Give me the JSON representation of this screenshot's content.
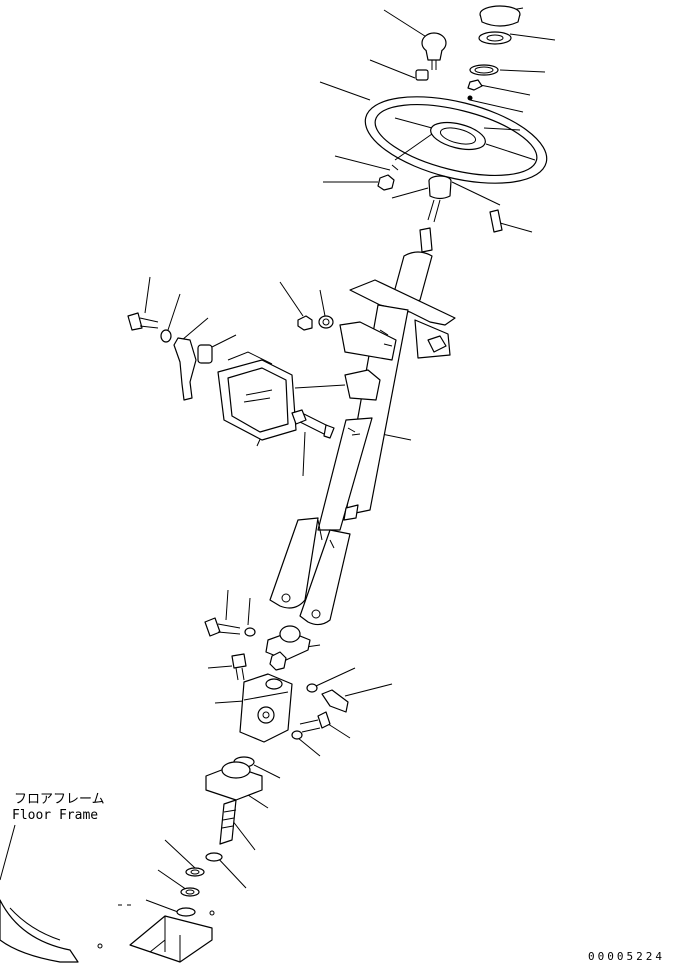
{
  "labels": {
    "floor_frame_jp": "フロアフレーム",
    "floor_frame_en": "Floor Frame"
  },
  "drawing_code": "00005224"
}
